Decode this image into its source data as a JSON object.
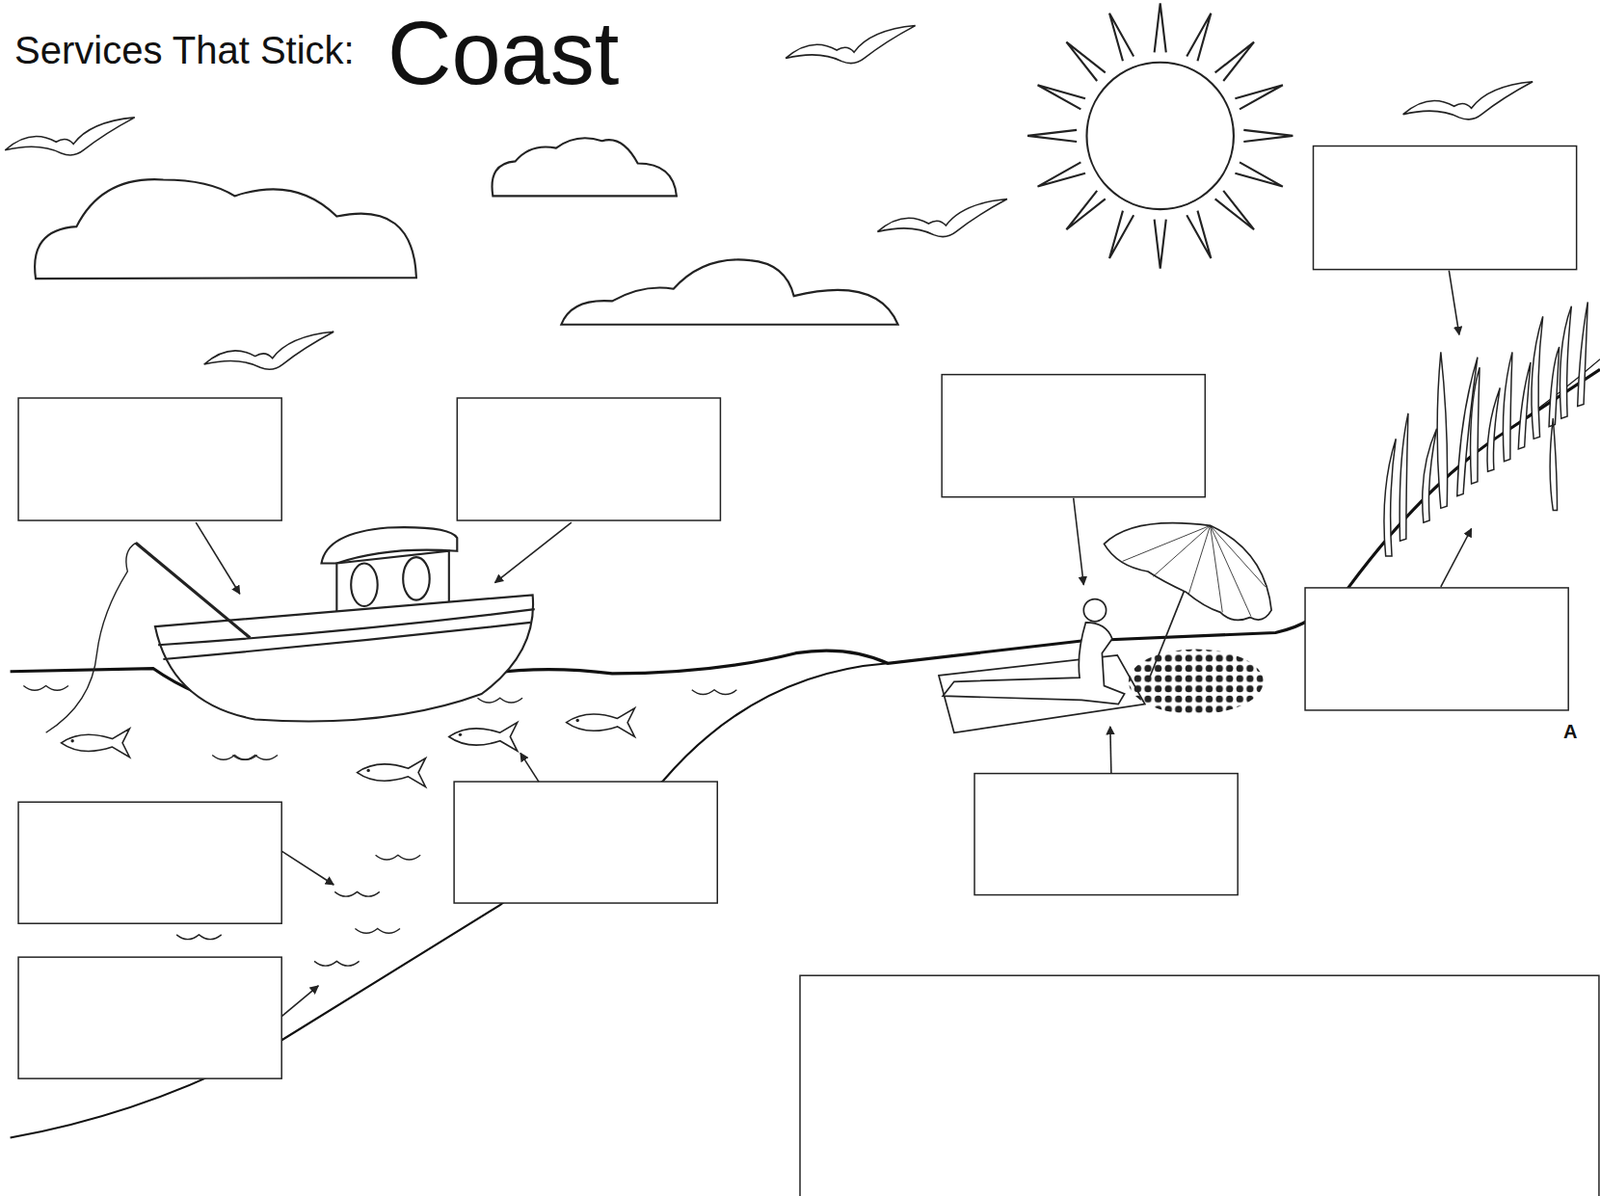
{
  "diagram": {
    "title": "Coast",
    "labels": [
      "Services That Stick:",
      "A"
    ]
  }
}
